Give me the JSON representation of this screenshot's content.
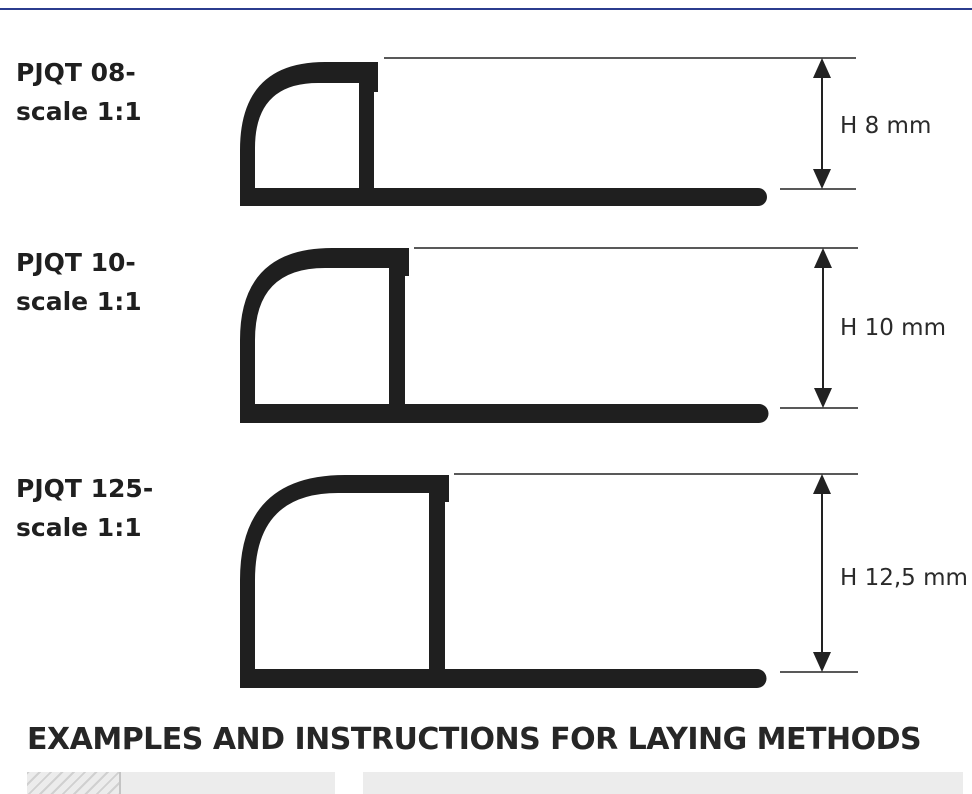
{
  "colors": {
    "accent_rule": "#2b3c8e",
    "profile_fill": "#1f1f1f",
    "text": "#1f1f1f"
  },
  "profiles": [
    {
      "name": "PJQT 08-",
      "scale": "scale 1:1",
      "height_label": "H 8 mm"
    },
    {
      "name": "PJQT 10-",
      "scale": "scale 1:1",
      "height_label": "H 10 mm"
    },
    {
      "name": "PJQT 125-",
      "scale": "scale 1:1",
      "height_label": "H 12,5 mm"
    }
  ],
  "section": {
    "title": "EXAMPLES AND INSTRUCTIONS FOR LAYING METHODS"
  }
}
